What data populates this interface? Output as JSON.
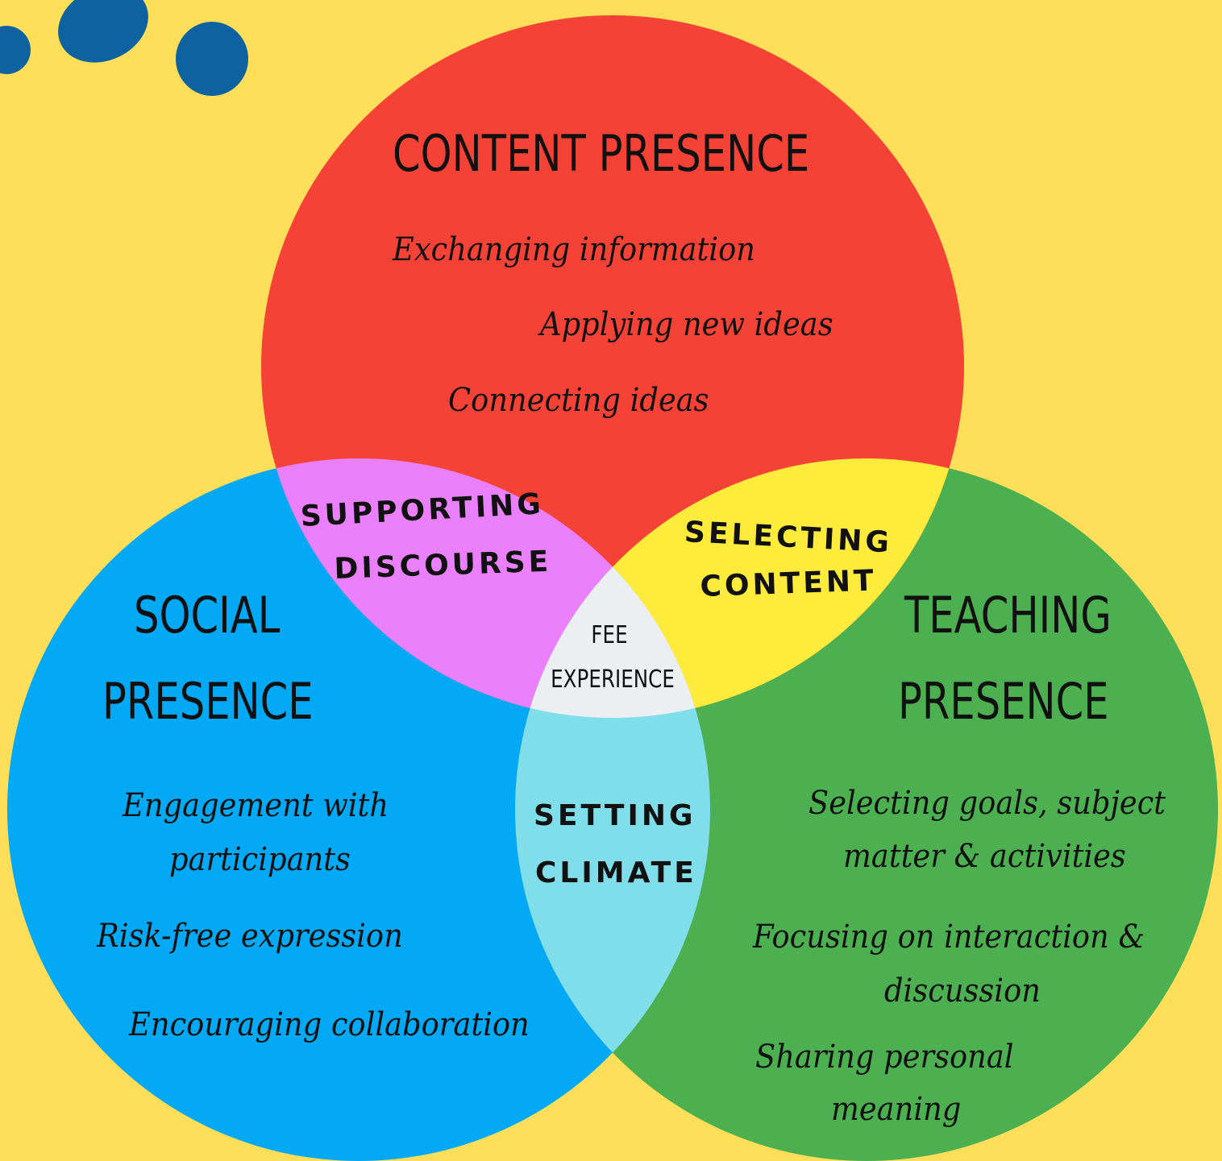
{
  "colors": {
    "background": "#ffde59",
    "content_circle": "#f44336",
    "social_circle": "#03a9f4",
    "teaching_circle": "#4caf50",
    "supporting_discourse_region": "#ea80fc",
    "selecting_content_region": "#ffeb3b",
    "setting_climate_region": "#80deea",
    "center_region": "#eceff1",
    "decorative_dots": "#0f62a0"
  },
  "content_presence": {
    "title": "CONTENT PRESENCE",
    "items": [
      "Exchanging information",
      "Applying new ideas",
      "Connecting ideas"
    ]
  },
  "social_presence": {
    "title_line1": "SOCIAL",
    "title_line2": "PRESENCE",
    "items": [
      "Engagement with",
      "participants",
      "Risk-free expression",
      "Encouraging collaboration"
    ]
  },
  "teaching_presence": {
    "title_line1": "TEACHING",
    "title_line2": "PRESENCE",
    "items": [
      "Selecting goals, subject",
      "matter & activities",
      "Focusing on interaction &",
      "discussion",
      "Sharing personal",
      "meaning"
    ]
  },
  "overlaps": {
    "supporting_discourse": [
      "SUPPORTING",
      "DISCOURSE"
    ],
    "selecting_content": [
      "SELECTING",
      "CONTENT"
    ],
    "setting_climate": [
      "SETTING",
      "CLIMATE"
    ]
  },
  "center": {
    "line1": "FEE",
    "line2": "EXPERIENCE"
  }
}
